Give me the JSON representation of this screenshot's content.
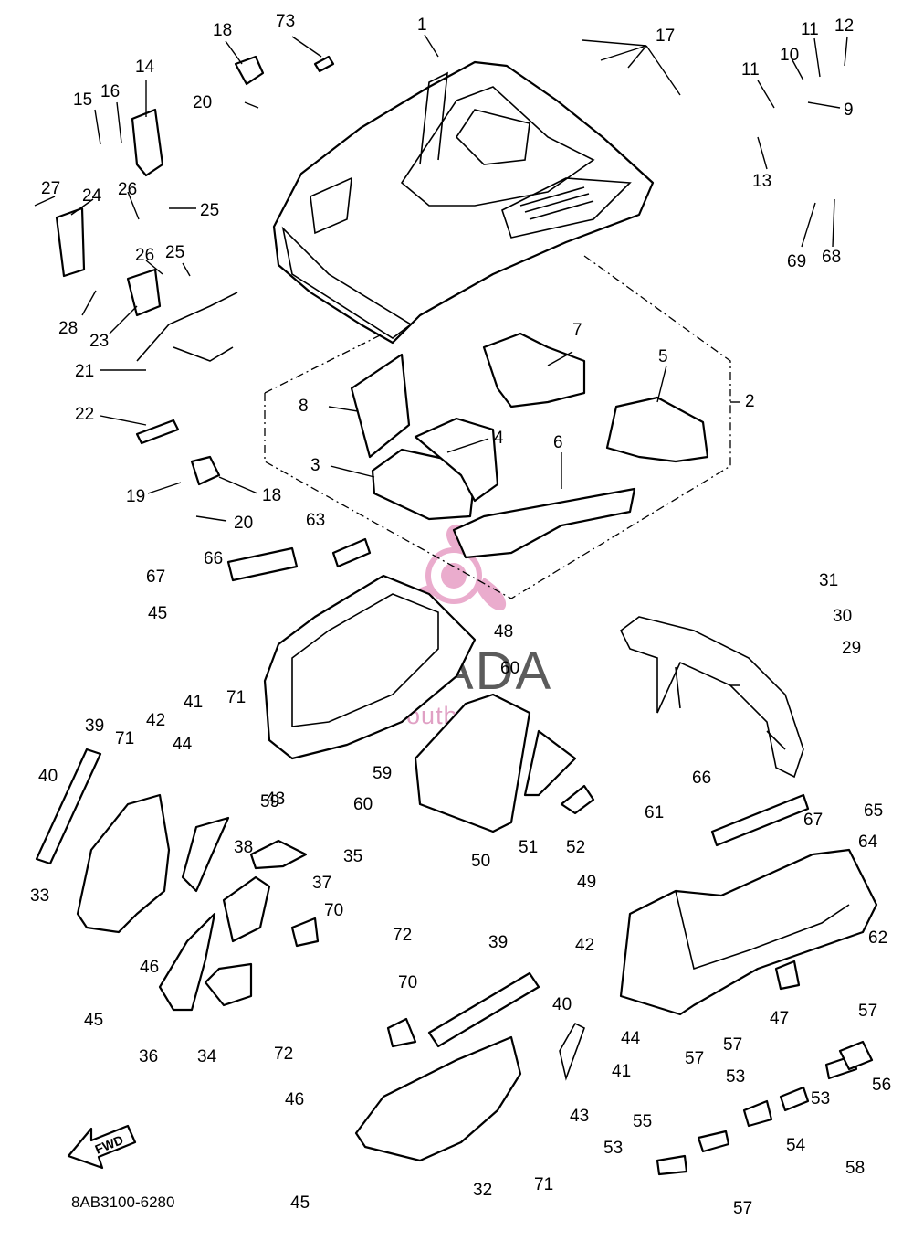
{
  "diagram_code": "8AB3100-6280",
  "watermark": {
    "brand": "ARMADA",
    "tagline": "marine outboards",
    "accent_color": "#e8a4c8"
  },
  "fwd_label": "FWD",
  "callouts": {
    "c1": "1",
    "c2": "2",
    "c3": "3",
    "c4": "4",
    "c5": "5",
    "c6": "6",
    "c7": "7",
    "c8": "8",
    "c9": "9",
    "c10": "10",
    "c11a": "11",
    "c11b": "11",
    "c12": "12",
    "c13": "13",
    "c14": "14",
    "c15": "15",
    "c16": "16",
    "c17": "17",
    "c18a": "18",
    "c18b": "18",
    "c19": "19",
    "c20a": "20",
    "c20b": "20",
    "c21": "21",
    "c22": "22",
    "c23": "23",
    "c24": "24",
    "c25a": "25",
    "c25b": "25",
    "c26a": "26",
    "c26b": "26",
    "c27": "27",
    "c28": "28",
    "c29": "29",
    "c30": "30",
    "c31": "31",
    "c32": "32",
    "c33": "33",
    "c34": "34",
    "c35": "35",
    "c36": "36",
    "c37": "37",
    "c38": "38",
    "c39a": "39",
    "c39b": "39",
    "c40a": "40",
    "c40b": "40",
    "c41a": "41",
    "c41b": "41",
    "c42a": "42",
    "c42b": "42",
    "c43a": "43",
    "c43b": "43",
    "c44a": "44",
    "c44b": "44",
    "c45a": "45",
    "c45b": "45",
    "c45c": "45",
    "c46a": "46",
    "c46b": "46",
    "c47": "47",
    "c48": "48",
    "c49": "49",
    "c50": "50",
    "c51": "51",
    "c52": "52",
    "c53a": "53",
    "c53b": "53",
    "c53c": "53",
    "c54": "54",
    "c55": "55",
    "c56": "56",
    "c57a": "57",
    "c57b": "57",
    "c57c": "57",
    "c57d": "57",
    "c58": "58",
    "c59a": "59",
    "c59b": "59",
    "c60a": "60",
    "c60b": "60",
    "c61": "61",
    "c62": "62",
    "c63": "63",
    "c64": "64",
    "c65": "65",
    "c66a": "66",
    "c66b": "66",
    "c67a": "67",
    "c67b": "67",
    "c68": "68",
    "c69": "69",
    "c70a": "70",
    "c70b": "70",
    "c71a": "71",
    "c71b": "71",
    "c71c": "71",
    "c72a": "72",
    "c72b": "72",
    "c73": "73"
  }
}
